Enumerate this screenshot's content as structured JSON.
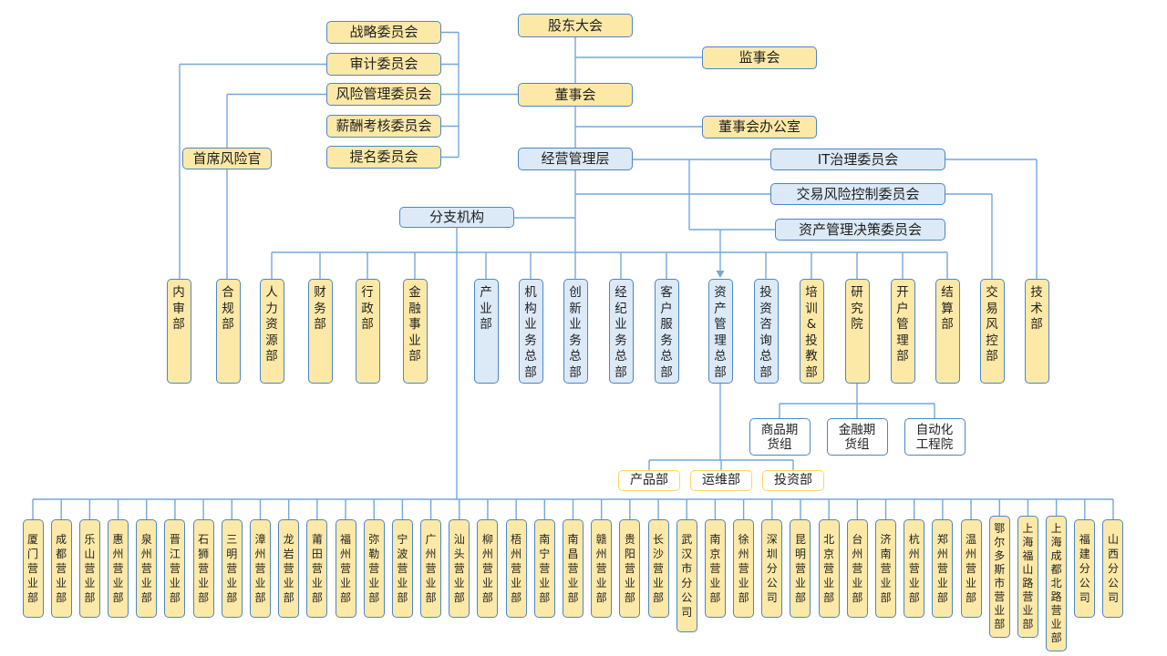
{
  "org": {
    "top": {
      "shareholders": "股东大会",
      "supervisors": "监事会",
      "board": "董事会",
      "board_office": "董事会办公室",
      "management": "经营管理层",
      "cro": "首席风险官",
      "branches_hub": "分支机构"
    },
    "board_committees": [
      "战略委员会",
      "审计委员会",
      "风险管理委员会",
      "薪酬考核委员会",
      "提名委员会"
    ],
    "mgmt_committees": [
      "IT治理委员会",
      "交易风险控制委员会",
      "资产管理决策委员会"
    ],
    "departments": [
      {
        "label": "内审部",
        "style": "yellow"
      },
      {
        "label": "合规部",
        "style": "yellow"
      },
      {
        "label": "人力资源部",
        "style": "yellow"
      },
      {
        "label": "财务部",
        "style": "yellow"
      },
      {
        "label": "行政部",
        "style": "yellow"
      },
      {
        "label": "金融事业部",
        "style": "yellow"
      },
      {
        "label": "产业部",
        "style": "blue"
      },
      {
        "label": "机构业务总部",
        "style": "blue"
      },
      {
        "label": "创新业务总部",
        "style": "blue"
      },
      {
        "label": "经纪业务总部",
        "style": "blue"
      },
      {
        "label": "客户服务总部",
        "style": "blue"
      },
      {
        "label": "资产管理总部",
        "style": "blue"
      },
      {
        "label": "投资咨询总部",
        "style": "blue"
      },
      {
        "label": "培训&投教部",
        "style": "yellow"
      },
      {
        "label": "研究院",
        "style": "yellow"
      },
      {
        "label": "开户管理部",
        "style": "yellow"
      },
      {
        "label": "结算部",
        "style": "yellow"
      },
      {
        "label": "交易风控部",
        "style": "yellow"
      },
      {
        "label": "技术部",
        "style": "yellow"
      }
    ],
    "research_groups": [
      "商品期货组",
      "金融期货组",
      "自动化工程院"
    ],
    "asset_mgmt_depts": [
      "产品部",
      "运维部",
      "投资部"
    ],
    "branch_offices": [
      "厦门营业部",
      "成都营业部",
      "乐山营业部",
      "惠州营业部",
      "泉州营业部",
      "晋江营业部",
      "石狮营业部",
      "三明营业部",
      "漳州营业部",
      "龙岩营业部",
      "莆田营业部",
      "福州营业部",
      "弥勒营业部",
      "宁波营业部",
      "广州营业部",
      "汕头营业部",
      "柳州营业部",
      "梧州营业部",
      "南宁营业部",
      "南昌营业部",
      "赣州营业部",
      "贵阳营业部",
      "长沙营业部",
      "武汉市分公司",
      "南京营业部",
      "徐州营业部",
      "深圳分公司",
      "昆明营业部",
      "北京营业部",
      "台州营业部",
      "济南营业部",
      "杭州营业部",
      "郑州营业部",
      "温州营业部",
      "鄂尔多斯市营业部",
      "上海福山路营业部",
      "上海成都北路营业部",
      "福建分公司",
      "山西分公司"
    ]
  },
  "colors": {
    "yellow_fill": "#FDE9A7",
    "blue_fill": "#DCE9F7",
    "white_fill": "#FFFFFF",
    "blue_border": "#4D86C4",
    "gold_border": "#FFD65C",
    "line": "#74A7D8",
    "text": "#1F1F1F"
  }
}
